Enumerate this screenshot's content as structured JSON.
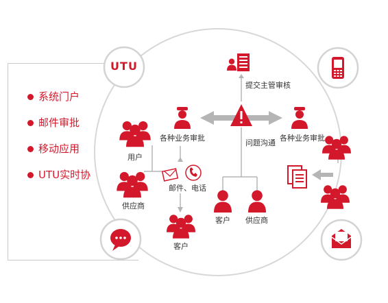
{
  "colors": {
    "brand_red": "#d4182b",
    "gray_arrow": "#b5b5b5",
    "circle_border": "#d7d7d7"
  },
  "badges": {
    "utu": "UTU",
    "phone": "phone-icon",
    "chat": "chat-bubble-icon",
    "mail": "mail-icon"
  },
  "channels": [
    {
      "label": "系统门户"
    },
    {
      "label": "邮件审批"
    },
    {
      "label": "移动应用"
    },
    {
      "label": "UTU实时协"
    }
  ],
  "diagram": {
    "submit_label": "提交主管审核",
    "left_approve_label": "各种业务审批",
    "right_approve_label": "各种业务审批",
    "issue_label": "问题沟通",
    "user_label": "用户",
    "supplier_label": "供应商",
    "mail_phone_label": "邮件、电话",
    "customer_bottom_label": "客户",
    "customer_mid_label": "客户",
    "supplier_mid_label": "供应商"
  }
}
